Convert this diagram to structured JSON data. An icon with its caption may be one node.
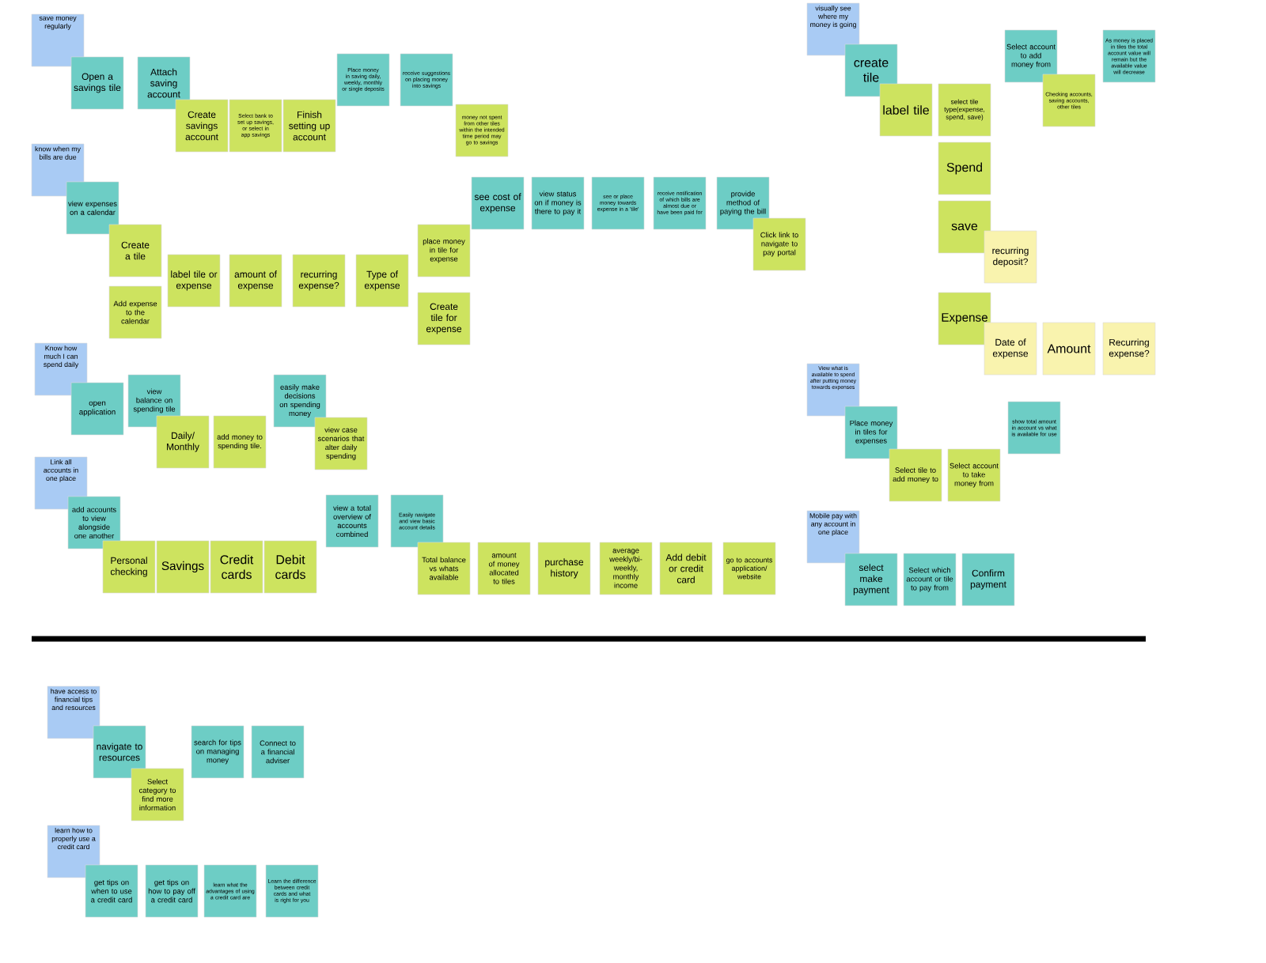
{
  "diagram": {
    "nodes": [
      {
        "text": [
          "save money regularly"
        ]
      },
      {
        "text": [
          "Open a savings tile"
        ]
      },
      {
        "text": [
          "Attach saving account"
        ]
      },
      {
        "text": [
          "Create savings account"
        ]
      },
      {
        "text": [
          "Select bank to set up savings, or select in app savings"
        ]
      },
      {
        "text": [
          "Finish setting up account"
        ]
      },
      {
        "text": [
          "Place money in saving daily, weekly, monthly or single deposits"
        ]
      },
      {
        "text": [
          "receive suggestions on placing money into savings"
        ]
      },
      {
        "text": [
          "money not spent from other tiles within the intended time period may go to savings"
        ]
      },
      {
        "text": [
          "know when my bills are due"
        ]
      },
      {
        "text": [
          "view expenses on a calendar"
        ]
      },
      {
        "text": [
          "Create a tile"
        ]
      },
      {
        "text": [
          "Add expense to the calendar"
        ]
      },
      {
        "text": [
          "label tile or expense"
        ]
      },
      {
        "text": [
          "amount of expense"
        ]
      },
      {
        "text": [
          "recurring expense?"
        ]
      },
      {
        "text": [
          "Type of expense"
        ]
      },
      {
        "text": [
          "place money in tile for expense"
        ]
      },
      {
        "text": [
          "Create tile for expense"
        ]
      },
      {
        "text": [
          "see cost of expense"
        ]
      },
      {
        "text": [
          "view status on if money is there to pay it"
        ]
      },
      {
        "text": [
          "see or place money towards expense in a 'tile'"
        ]
      },
      {
        "text": [
          "receive notification of which bills are almost due or have been paid for"
        ]
      },
      {
        "text": [
          "provide method of paying the bill"
        ]
      },
      {
        "text": [
          "Click link to navigate to pay portal"
        ]
      },
      {
        "text": [
          "Know how much I can spend daily"
        ]
      },
      {
        "text": [
          "open application"
        ]
      },
      {
        "text": [
          "view balance on spending tile"
        ]
      },
      {
        "text": [
          "Daily/ Monthly"
        ]
      },
      {
        "text": [
          "add money to spending tile."
        ]
      },
      {
        "text": [
          "easily make decisions on spending money"
        ]
      },
      {
        "text": [
          "view case scenarios that alter daily spending"
        ]
      },
      {
        "text": [
          "Link all accounts in one place"
        ]
      },
      {
        "text": [
          "add accounts to view alongside one another"
        ]
      },
      {
        "text": [
          "Personal checking"
        ]
      },
      {
        "text": [
          "Savings"
        ]
      },
      {
        "text": [
          "Credit cards"
        ]
      },
      {
        "text": [
          "Debit cards"
        ]
      },
      {
        "text": [
          "view a total overview of accounts combined"
        ]
      },
      {
        "text": [
          "Easily navigate and view basic account details"
        ]
      },
      {
        "text": [
          "Total balance vs whats available"
        ]
      },
      {
        "text": [
          "amount of money allocated to tiles"
        ]
      },
      {
        "text": [
          "purchase history"
        ]
      },
      {
        "text": [
          "average weekly/bi-weekly, monthly income"
        ]
      },
      {
        "text": [
          "Add debit or credit card"
        ]
      },
      {
        "text": [
          "go to accounts application/ website"
        ]
      },
      {
        "text": [
          "visually see where my money is going"
        ]
      },
      {
        "text": [
          "create tile"
        ]
      },
      {
        "text": [
          "label tile"
        ]
      },
      {
        "text": [
          "select tile type(expense, spend, save)"
        ]
      },
      {
        "text": [
          "Spend"
        ]
      },
      {
        "text": [
          "save"
        ]
      },
      {
        "text": [
          "recurring deposit?"
        ]
      },
      {
        "text": [
          "Expense"
        ]
      },
      {
        "text": [
          "Date of expense"
        ]
      },
      {
        "text": [
          "Amount"
        ]
      },
      {
        "text": [
          "Recurring expense?"
        ]
      },
      {
        "text": [
          "Select account to add money from"
        ]
      },
      {
        "text": [
          "Checking accounts, saving accounts, other tiles"
        ]
      },
      {
        "text": [
          "As money is placed in tiles the total account value will remain but the available value will decrease"
        ]
      },
      {
        "text": [
          "View what is available to spend after putting money towards expenses"
        ]
      },
      {
        "text": [
          "Place money in tiles for expenses"
        ]
      },
      {
        "text": [
          "Select tile to add money to"
        ]
      },
      {
        "text": [
          "Select account to take money from"
        ]
      },
      {
        "text": [
          "show total amount in account vs what is available for use"
        ]
      },
      {
        "text": [
          "Mobile pay with any account in one place"
        ]
      },
      {
        "text": [
          "select make payment"
        ]
      },
      {
        "text": [
          "Select which account or tile to pay from"
        ]
      },
      {
        "text": [
          "Confirm payment"
        ]
      },
      {
        "text": [
          "have access to financial tips and resources"
        ]
      },
      {
        "text": [
          "navigate to resources"
        ]
      },
      {
        "text": [
          "Select category to find more information"
        ]
      },
      {
        "text": [
          "search for tips on managing money"
        ]
      },
      {
        "text": [
          "Connect to a financial adviser"
        ]
      },
      {
        "text": [
          "learn how to properly use a credit card"
        ]
      },
      {
        "text": [
          "get tips on when to use a credit card"
        ]
      },
      {
        "text": [
          "get tips on how to pay off a credit card"
        ]
      },
      {
        "text": [
          "learn what the advantages of using a credit card are"
        ]
      },
      {
        "text": [
          "Learn the difference between credit cards and what is right for you"
        ]
      }
    ]
  }
}
